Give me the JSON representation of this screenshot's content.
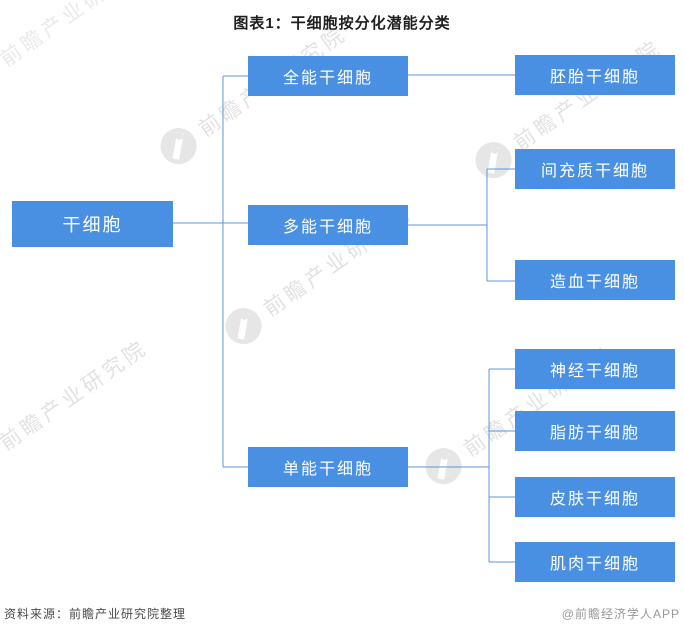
{
  "title": "图表1：干细胞按分化潜能分类",
  "chart_data": {
    "type": "table",
    "title": "图表1：干细胞按分化潜能分类",
    "tree": {
      "root": {
        "label": "干细胞"
      },
      "level2": [
        {
          "label": "全能干细胞",
          "children": [
            "胚胎干细胞"
          ]
        },
        {
          "label": "多能干细胞",
          "children": [
            "间充质干细胞",
            "造血干细胞"
          ]
        },
        {
          "label": "单能干细胞",
          "children": [
            "神经干细胞",
            "脂肪干细胞",
            "皮肤干细胞",
            "肌肉干细胞"
          ]
        }
      ]
    }
  },
  "tree": {
    "root": {
      "label": "干细胞"
    },
    "level2": [
      {
        "label": "全能干细胞",
        "children": [
          "胚胎干细胞"
        ]
      },
      {
        "label": "多能干细胞",
        "children": [
          "间充质干细胞",
          "造血干细胞"
        ]
      },
      {
        "label": "单能干细胞",
        "children": [
          "神经干细胞",
          "脂肪干细胞",
          "皮肤干细胞",
          "肌肉干细胞"
        ]
      }
    ]
  },
  "watermark": {
    "text": "前瞻产业研究院"
  },
  "footer": {
    "source": "资料来源：前瞻产业研究院整理",
    "credit": "@前瞻经济学人APP"
  },
  "colors": {
    "node_blue": "#4a90e2",
    "connector_blue": "#5b97e0",
    "watermark_gray": "#c6c6c6",
    "title_color": "#1f1f1f"
  }
}
